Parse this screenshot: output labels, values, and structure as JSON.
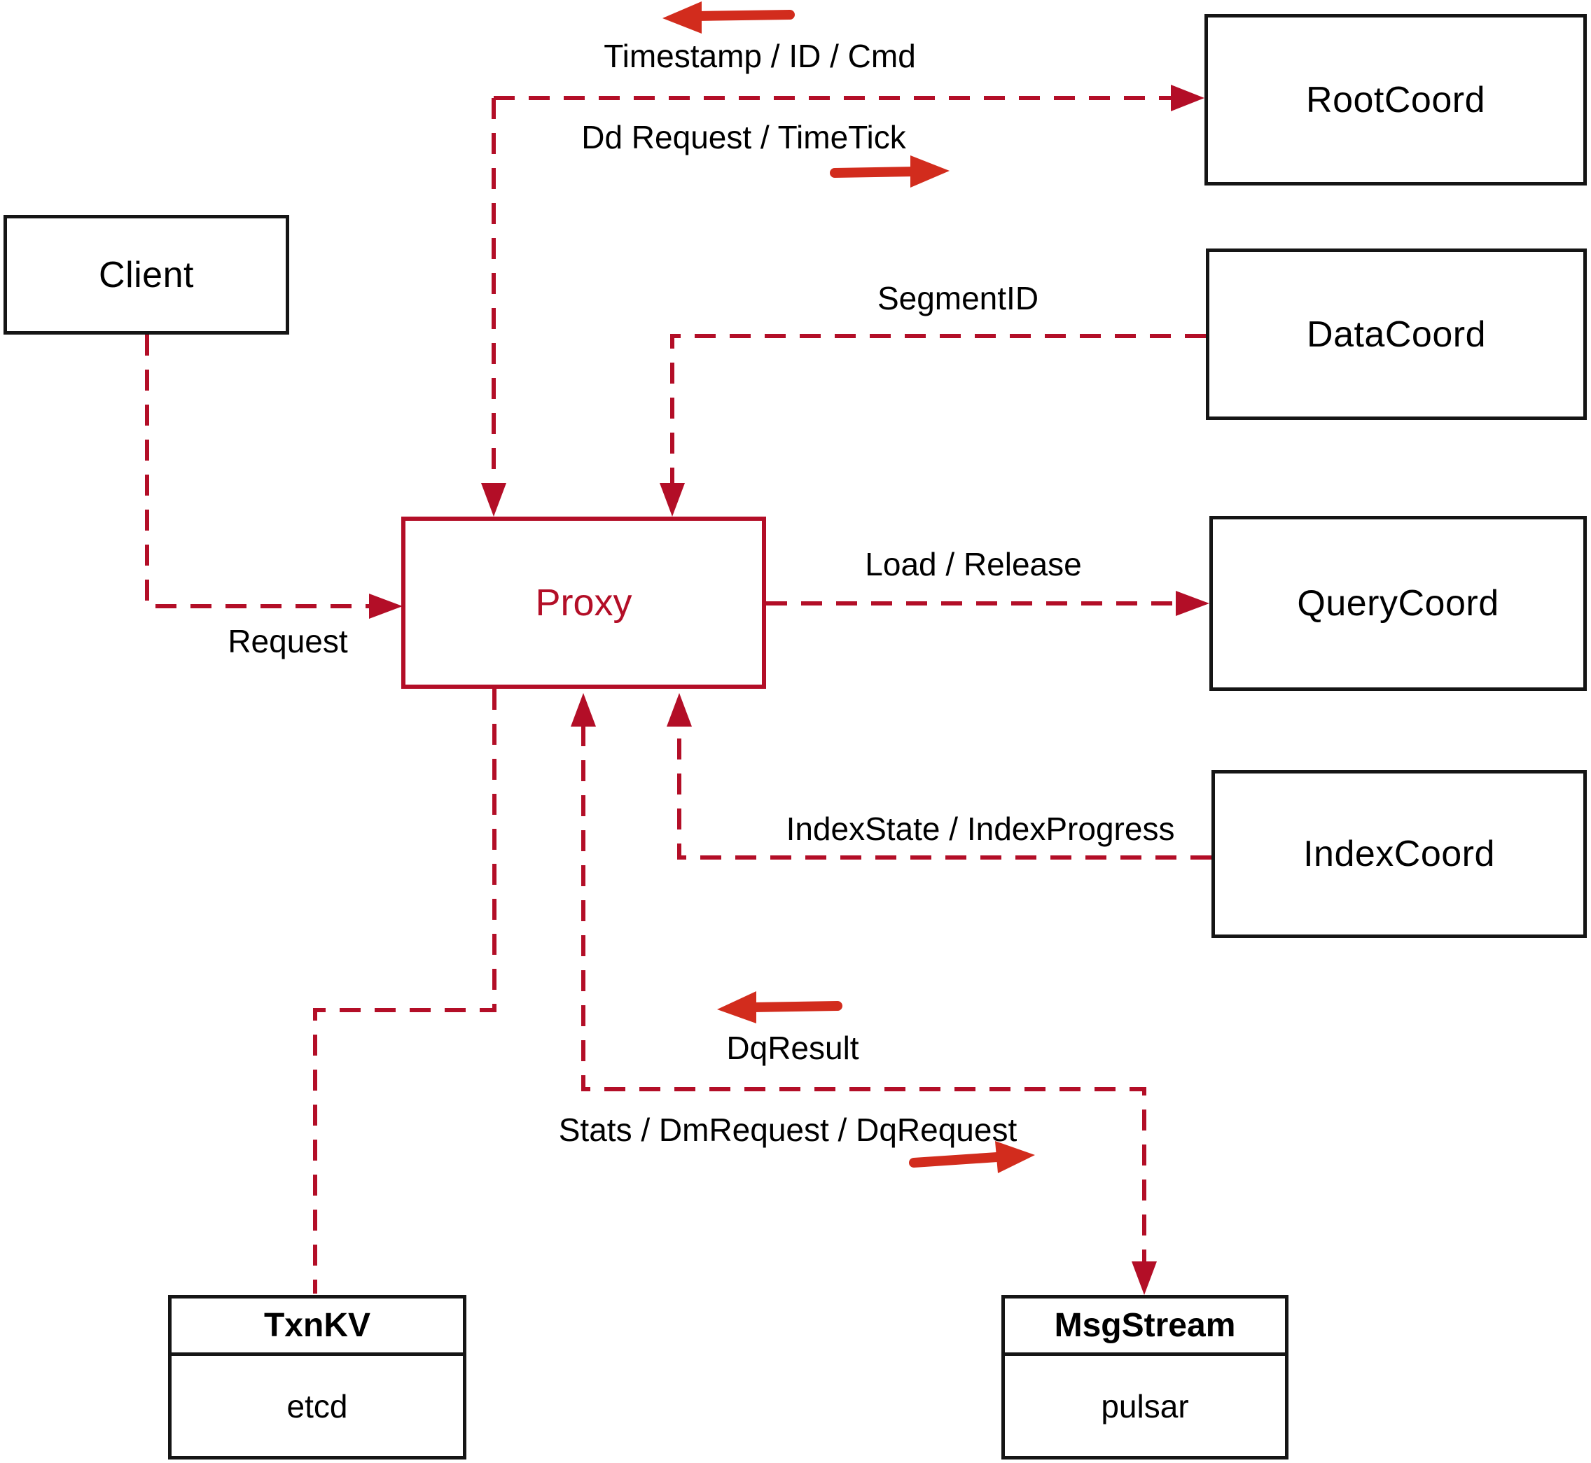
{
  "nodes": {
    "client": {
      "label": "Client"
    },
    "proxy": {
      "label": "Proxy"
    },
    "rootcoord": {
      "label": "RootCoord"
    },
    "datacoord": {
      "label": "DataCoord"
    },
    "querycoord": {
      "label": "QueryCoord"
    },
    "indexcoord": {
      "label": "IndexCoord"
    },
    "txnkv": {
      "title": "TxnKV",
      "subtitle": "etcd"
    },
    "msgstream": {
      "title": "MsgStream",
      "subtitle": "pulsar"
    }
  },
  "edge_labels": {
    "timestamp": "Timestamp / ID / Cmd",
    "dd_request": "Dd Request / TimeTick",
    "segment_id": "SegmentID",
    "request": "Request",
    "load_release": "Load / Release",
    "index_state": "IndexState / IndexProgress",
    "dq_result": "DqResult",
    "stats": "Stats / DmRequest / DqRequest"
  },
  "colors": {
    "dashed_line_red": "#b30e27",
    "solid_arrow_red": "#d22c1d",
    "box_border_black": "#151515",
    "proxy_red": "#b30e27",
    "background": "#ffffff"
  }
}
